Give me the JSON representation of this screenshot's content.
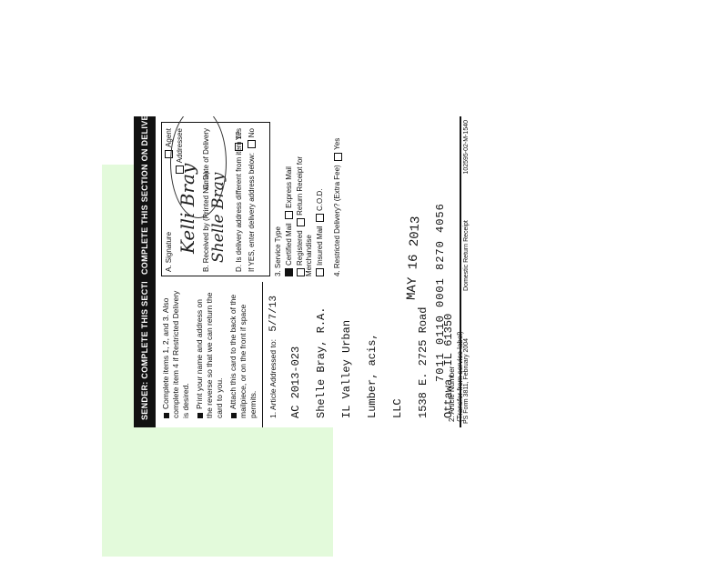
{
  "sender": {
    "header": "SENDER: COMPLETE THIS SECTION",
    "bullets": [
      "Complete items 1, 2, and 3. Also complete item 4 if Restricted Delivery is desired.",
      "Print your name and address on the reverse so that we can return the card to you.",
      "Attach this card to the back of the mailpiece, or on the front if space permits."
    ],
    "article_addressed_label": "1. Article Addressed to:",
    "handwritten_date": "5/7/13",
    "address_lines": [
      "AC 2013-023",
      "Shelle Bray, R.A.",
      "IL Valley Urban Lumber, acis,",
      "LLC",
      "1538 E. 2725 Road",
      "Ottawa, IL 61350"
    ]
  },
  "delivery": {
    "header": "COMPLETE THIS SECTION ON DELIVERY",
    "signature_label": "A. Signature",
    "agent_label": "Agent",
    "addressee_label": "Addressee",
    "received_by_label": "B. Received by (Printed Name)",
    "date_label": "C. Date of Delivery",
    "is_delivery_label": "D. Is delivery address different from item 1?",
    "yes_label": "Yes",
    "no_label": "No",
    "if_yes_label": "If YES, enter delivery address below:",
    "signature_text": "Kelli Bray",
    "printed_name_text": "Shelle Bray",
    "service_type_label": "3. Service Type",
    "certified_mail_label": "Certified Mail",
    "express_mail_label": "Express Mail",
    "registered_label": "Registered",
    "return_receipt_label": "Return Receipt for Merchandise",
    "insured_mail_label": "Insured Mail",
    "cod_label": "C.O.D.",
    "restricted_label": "4. Restricted Delivery? (Extra Fee)",
    "restricted_yes": "Yes"
  },
  "article_number_label": "2. Article Number",
  "transfer_label": "(Transfer from service label)",
  "article_number": "7011 0110 0001 8270 4056",
  "stamp_date": "MAY 16 2013",
  "form_label": "PS Form 3811, February 2004",
  "receipt_label": "Domestic Return Receipt",
  "form_code": "102595-02-M-1540",
  "colors": {
    "tint": "#e3fadb",
    "ink": "#111111"
  }
}
